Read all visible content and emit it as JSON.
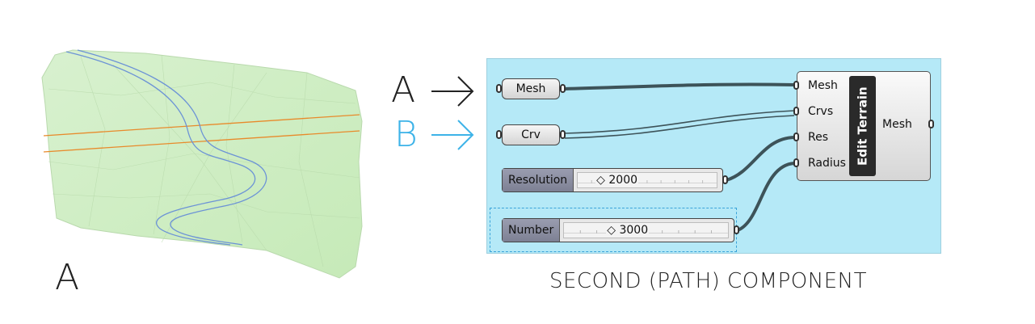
{
  "terrain_panel": {
    "label": "A"
  },
  "inputs": {
    "a": {
      "label": "A",
      "color": "#222222"
    },
    "b": {
      "label": "B",
      "color": "#3db3e8"
    }
  },
  "canvas": {
    "background": "#b5e9f7",
    "mesh_param": {
      "label": "Mesh"
    },
    "crv_param": {
      "label": "Crv"
    },
    "resolution_slider": {
      "name": "Resolution",
      "value": "2000"
    },
    "number_slider": {
      "name": "Number",
      "value": "3000"
    },
    "edit_terrain": {
      "title": "Edit Terrain",
      "inputs": [
        "Mesh",
        "Crvs",
        "Res",
        "Radius"
      ],
      "output": "Mesh"
    }
  },
  "caption": "SECOND (PATH) COMPONENT"
}
